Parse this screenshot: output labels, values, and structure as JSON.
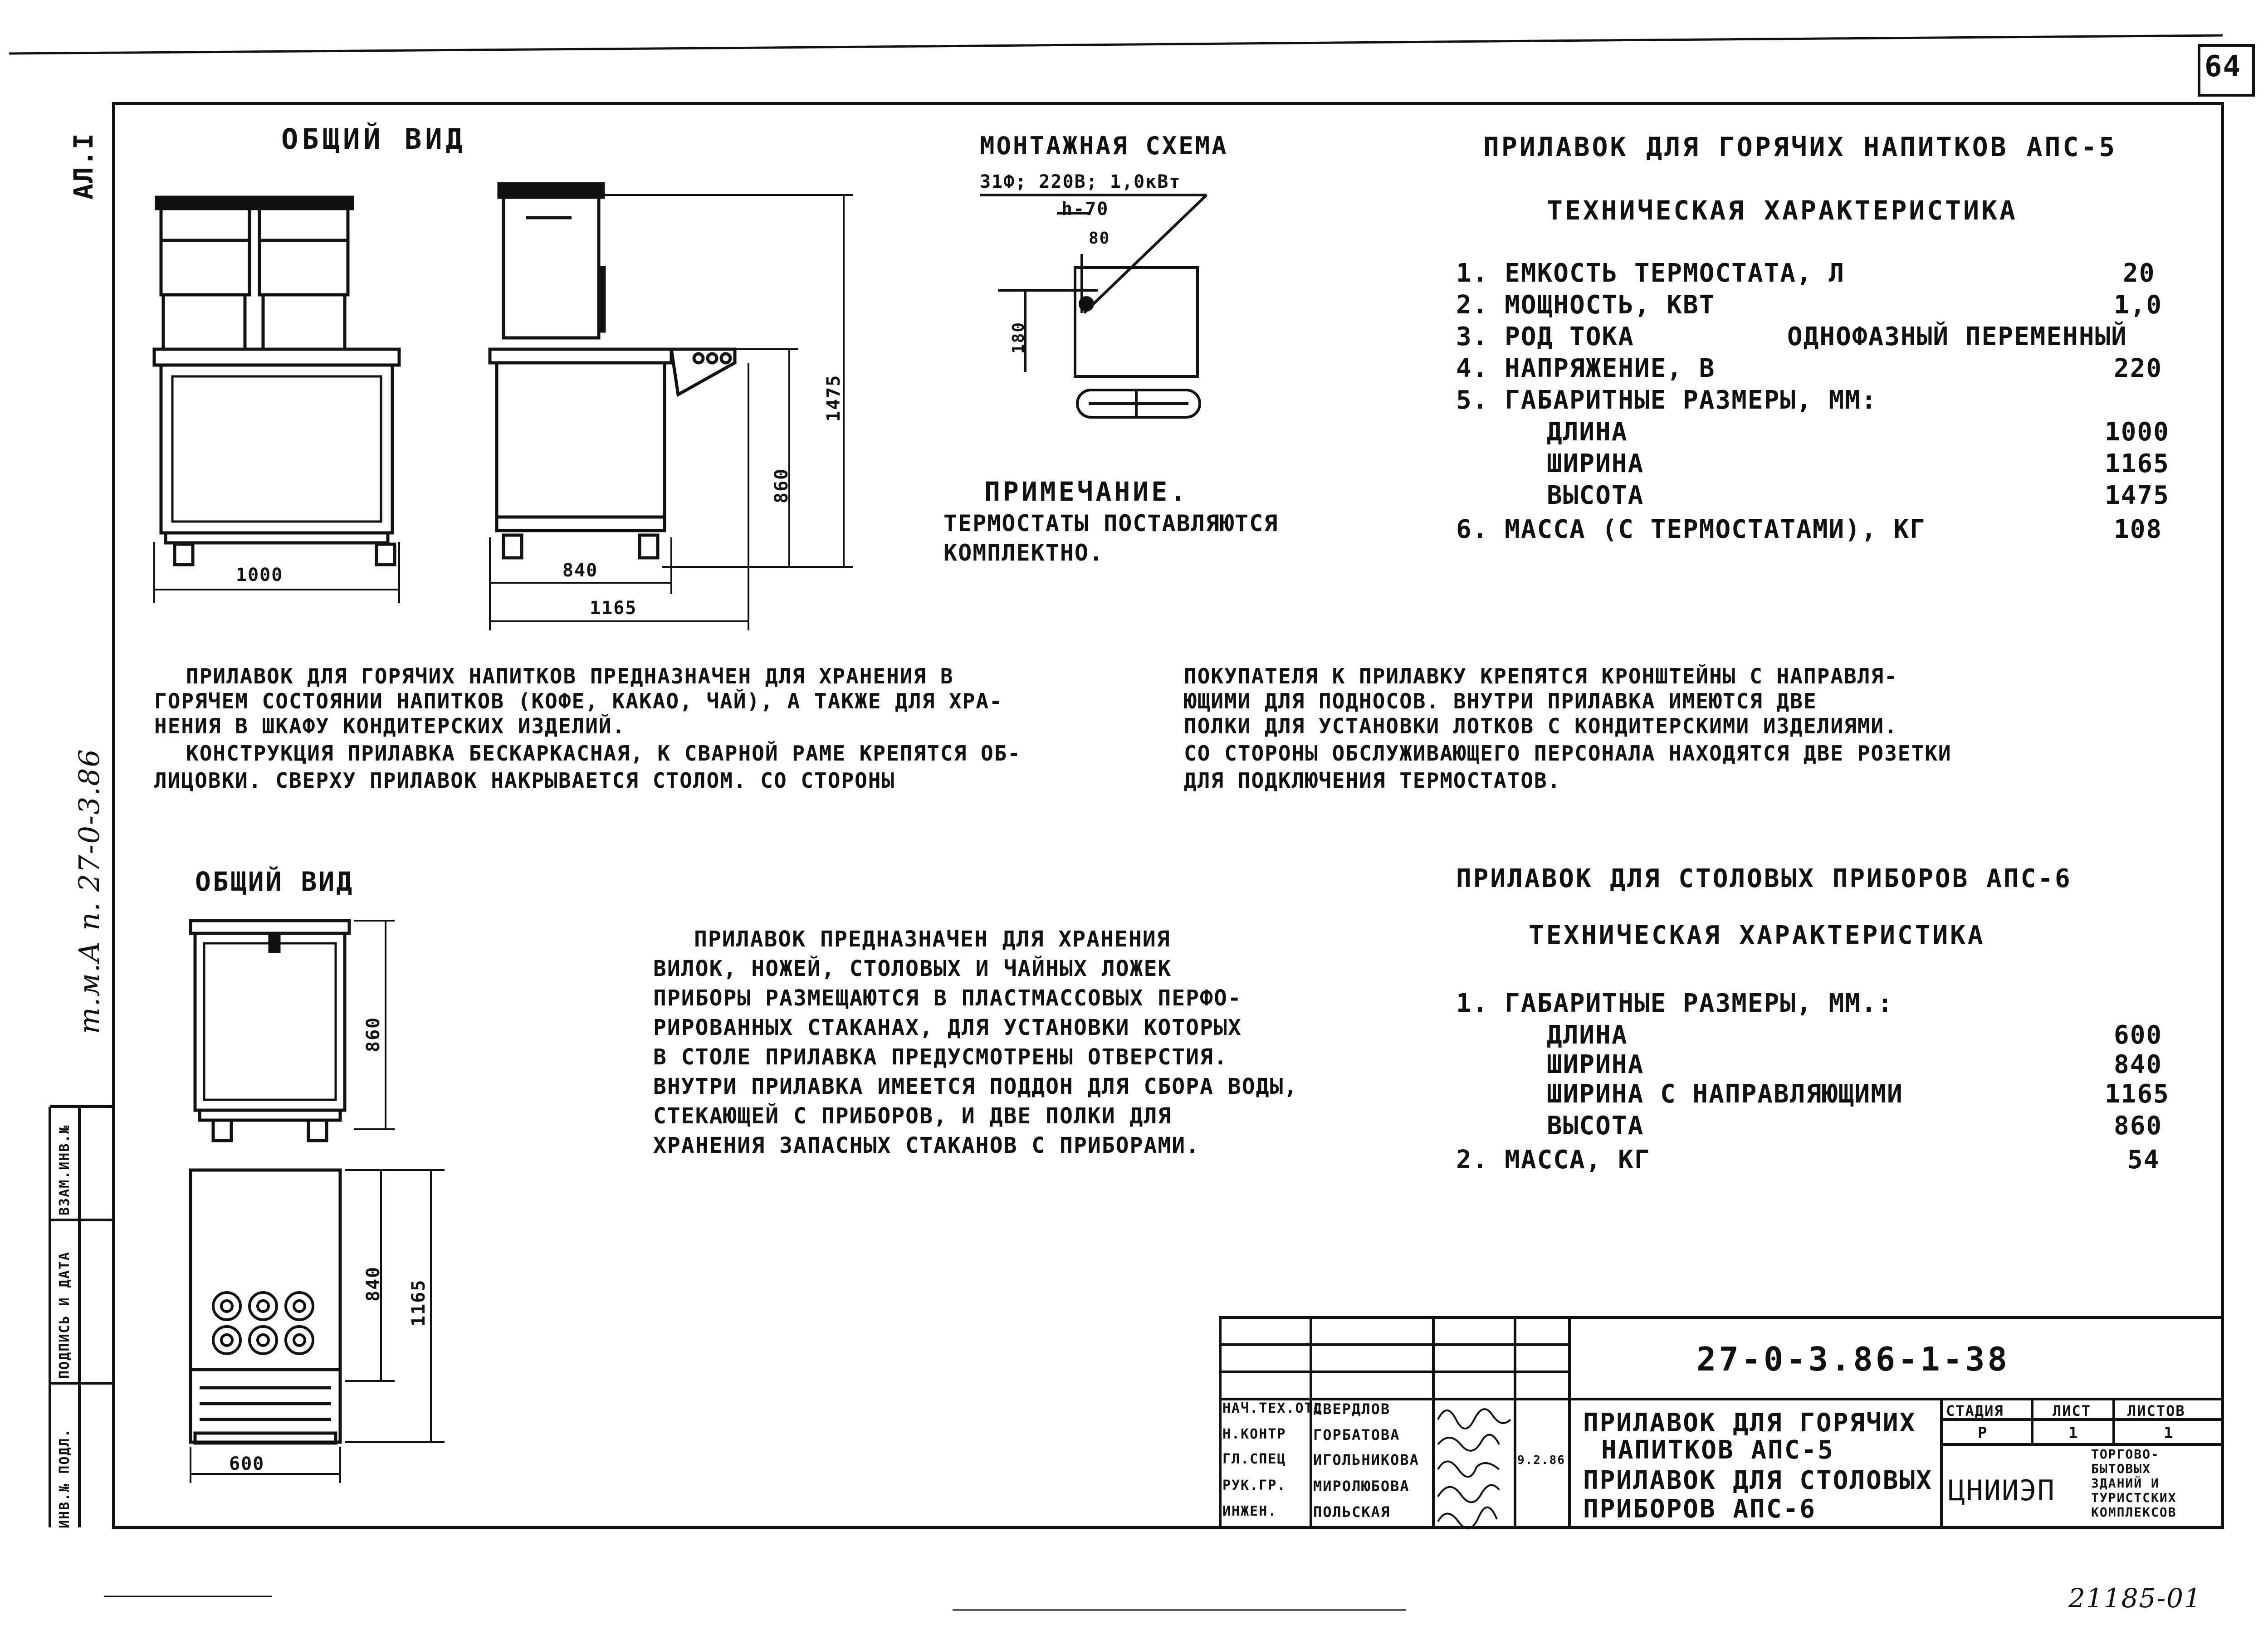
{
  "sheet": {
    "page_number": "64",
    "album_code": "АЛ.I",
    "album_ref": "т.м.А п. 27-0-3.86",
    "archive_no": "21185-01",
    "left_stamp_labels": [
      "ИНВ.№ ПОДЛ.",
      "ПОДПИСЬ И ДАТА",
      "ВЗАМ.ИНВ.№"
    ]
  },
  "aps5": {
    "general_view_title": "ОБЩИЙ ВИД",
    "mounting_scheme_title": "МОНТАЖНАЯ СХЕМА",
    "mounting_power": "31Ф; 220В; 1,0кВт",
    "mounting_h": "h-70",
    "mounting_80": "80",
    "mounting_180": "180",
    "dims": {
      "width_front": "1000",
      "depth_840": "840",
      "depth_1165": "1165",
      "h_860": "860",
      "h_1475": "1475"
    },
    "note_title": "ПРИМЕЧАНИЕ.",
    "note_lines": [
      "ТЕРМОСТАТЫ ПОСТАВЛЯЮТСЯ",
      "КОМПЛЕКТНО."
    ],
    "title": "ПРИЛАВОК ДЛЯ ГОРЯЧИХ НАПИТКОВ АПС-5",
    "spec_title": "ТЕХНИЧЕСКАЯ ХАРАКТЕРИСТИКА",
    "specs": [
      {
        "label": "1. ЕМКОСТЬ ТЕРМОСТАТА, Л",
        "value": "20"
      },
      {
        "label": "2. МОЩНОСТЬ, КВТ",
        "value": "1,0"
      },
      {
        "label": "3. РОД ТОКА",
        "value": "ОДНОФАЗНЫЙ ПЕРЕМЕННЫЙ"
      },
      {
        "label": "4. НАПРЯЖЕНИЕ, В",
        "value": "220"
      },
      {
        "label": "5. ГАБАРИТНЫЕ РАЗМЕРЫ, ММ:",
        "value": ""
      },
      {
        "label": "ДЛИНА",
        "value": "1000"
      },
      {
        "label": "ШИРИНА",
        "value": "1165"
      },
      {
        "label": "ВЫСОТА",
        "value": "1475"
      },
      {
        "label": "6. МАССА (С ТЕРМОСТАТАМИ), КГ",
        "value": "108"
      }
    ],
    "description_left": [
      "ПРИЛАВОК ДЛЯ ГОРЯЧИХ НАПИТКОВ ПРЕДНАЗНАЧЕН ДЛЯ ХРАНЕНИЯ В",
      "ГОРЯЧЕМ СОСТОЯНИИ НАПИТКОВ (КОФЕ, КАКАО, ЧАЙ), А ТАКЖЕ ДЛЯ ХРА-",
      "НЕНИЯ В ШКАФУ КОНДИТЕРСКИХ ИЗДЕЛИЙ.",
      "КОНСТРУКЦИЯ ПРИЛАВКА БЕСКАРКАСНАЯ, К СВАРНОЙ РАМЕ КРЕПЯТСЯ ОБ-",
      "ЛИЦОВКИ. СВЕРХУ ПРИЛАВОК НАКРЫВАЕТСЯ СТОЛОМ. СО СТОРОНЫ"
    ],
    "description_right": [
      "ПОКУПАТЕЛЯ К ПРИЛАВКУ КРЕПЯТСЯ КРОНШТЕЙНЫ С НАПРАВЛЯ-",
      "ЮЩИМИ ДЛЯ ПОДНОСОВ. ВНУТРИ ПРИЛАВКА ИМЕЮТСЯ ДВЕ",
      "ПОЛКИ ДЛЯ УСТАНОВКИ ЛОТКОВ С КОНДИТЕРСКИМИ ИЗДЕЛИЯМИ.",
      "СО СТОРОНЫ ОБСЛУЖИВАЮЩЕГО ПЕРСОНАЛА НАХОДЯТСЯ ДВЕ РОЗЕТКИ",
      "ДЛЯ ПОДКЛЮЧЕНИЯ ТЕРМОСТАТОВ."
    ]
  },
  "aps6": {
    "general_view_title": "ОБЩИЙ ВИД",
    "dims": {
      "h_860": "860",
      "d_840": "840",
      "d_1165": "1165",
      "w_600": "600"
    },
    "description": [
      "ПРИЛАВОК ПРЕДНАЗНАЧЕН ДЛЯ ХРАНЕНИЯ",
      "ВИЛОК, НОЖЕЙ, СТОЛОВЫХ И ЧАЙНЫХ ЛОЖЕК",
      "ПРИБОРЫ РАЗМЕЩАЮТСЯ В ПЛАСТМАССОВЫХ ПЕРФО-",
      "РИРОВАННЫХ СТАКАНАХ, ДЛЯ УСТАНОВКИ КОТОРЫХ",
      "В СТОЛЕ ПРИЛАВКА ПРЕДУСМОТРЕНЫ ОТВЕРСТИЯ.",
      "ВНУТРИ ПРИЛАВКА ИМЕЕТСЯ ПОДДОН ДЛЯ СБОРА ВОДЫ,",
      "СТЕКАЮЩЕЙ С ПРИБОРОВ, И ДВЕ ПОЛКИ ДЛЯ",
      "ХРАНЕНИЯ ЗАПАСНЫХ СТАКАНОВ С ПРИБОРАМИ."
    ],
    "title": "ПРИЛАВОК ДЛЯ СТОЛОВЫХ ПРИБОРОВ АПС-6",
    "spec_title": "ТЕХНИЧЕСКАЯ ХАРАКТЕРИСТИКА",
    "specs": [
      {
        "label": "1. ГАБАРИТНЫЕ РАЗМЕРЫ, ММ.:",
        "value": ""
      },
      {
        "label": "ДЛИНА",
        "value": "600"
      },
      {
        "label": "ШИРИНА",
        "value": "840"
      },
      {
        "label": "ШИРИНА С НАПРАВЛЯЮЩИМИ",
        "value": "1165"
      },
      {
        "label": "ВЫСОТА",
        "value": "860"
      },
      {
        "label": "2. МАССА, КГ",
        "value": "54"
      }
    ]
  },
  "title_block": {
    "doc_number": "27-0-3.86-1-38",
    "title_lines": [
      "ПРИЛАВОК ДЛЯ ГОРЯЧИХ",
      "НАПИТКОВ АПС-5",
      "ПРИЛАВОК ДЛЯ СТОЛОВЫХ",
      "ПРИБОРОВ АПС-6"
    ],
    "stage_header": "СТАДИЯ",
    "sheet_header": "ЛИСТ",
    "sheets_header": "ЛИСТОВ",
    "stage": "Р",
    "sheet": "1",
    "sheets": "1",
    "organization": "ЦНИИЭП",
    "department": [
      "ТОРГОВО-",
      "БЫТОВЫХ",
      "ЗДАНИЙ И",
      "ТУРИСТСКИХ",
      "КОМПЛЕКСОВ"
    ],
    "signatures": [
      {
        "role": "НАЧ.ТЕХ.ОТД",
        "name": "СВЕРДЛОВ",
        "date": ""
      },
      {
        "role": "Н.КОНТР",
        "name": "ГОРБАТОВА",
        "date": ""
      },
      {
        "role": "ГЛ.СПЕЦ",
        "name": "ИГОЛЬНИКОВА",
        "date": "9.2.86"
      },
      {
        "role": "РУК.ГР.",
        "name": "МИРОЛЮБОВА",
        "date": ""
      },
      {
        "role": "ИНЖЕН.",
        "name": "ПОЛЬСКАЯ",
        "date": ""
      }
    ]
  }
}
